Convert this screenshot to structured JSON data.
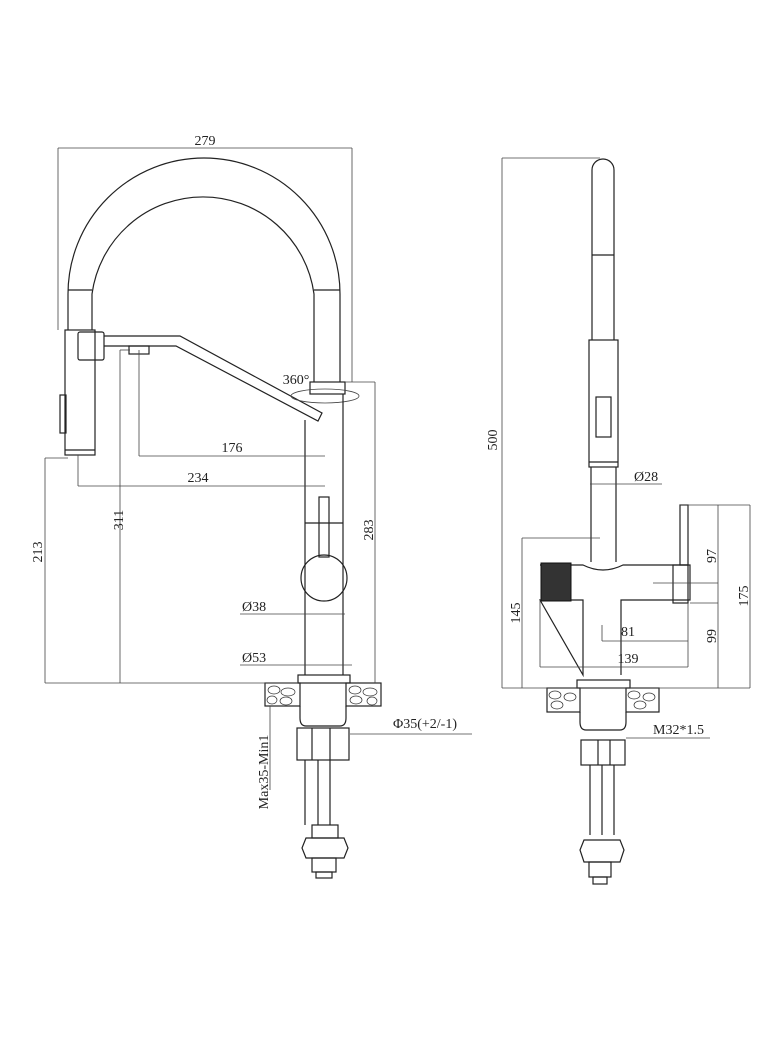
{
  "front_view": {
    "width_overall": "279",
    "rotation": "360°",
    "reach_aerator": "176",
    "reach_spray": "234",
    "height_aerator": "311",
    "height_spray": "213",
    "height_swivel": "283",
    "diameter_handle": "Ø38",
    "diameter_base": "Ø53",
    "hole_diameter": "Φ35(+2/-1)",
    "deck_thickness": "Max35-Min1"
  },
  "side_view": {
    "height_total": "500",
    "diameter_spout": "Ø28",
    "height_body": "145",
    "lever_height": "97",
    "lever_axis_height": "99",
    "lever_total": "175",
    "offset_81": "81",
    "offset_139": "139",
    "thread": "M32*1.5"
  }
}
